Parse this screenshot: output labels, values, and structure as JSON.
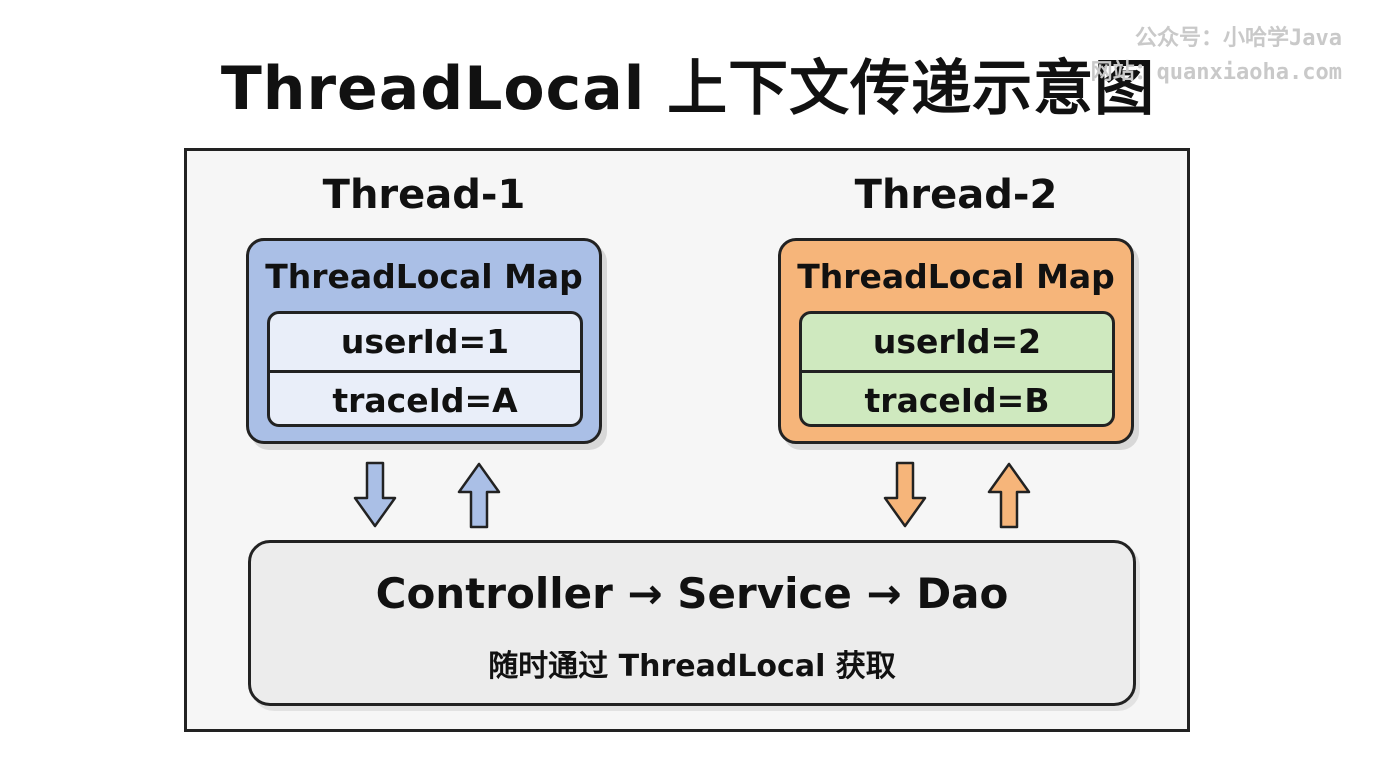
{
  "title": "ThreadLocal 上下文传递示意图",
  "watermark": {
    "line1": "公众号：小哈学Java",
    "line2": "网站：quanxiaoha.com"
  },
  "threads": [
    {
      "label": "Thread-1",
      "map_title": "ThreadLocal Map",
      "entries": [
        "userId=1",
        "traceId=A"
      ],
      "colors": {
        "box": "#aabfe6",
        "entries": "#e9eef9",
        "arrow": "#aabfe6"
      }
    },
    {
      "label": "Thread-2",
      "map_title": "ThreadLocal Map",
      "entries": [
        "userId=2",
        "traceId=B"
      ],
      "colors": {
        "box": "#f6b57a",
        "entries": "#cfe9bf",
        "arrow": "#f6b57a"
      }
    }
  ],
  "flow": {
    "main": "Controller → Service → Dao",
    "sub": "随时通过 ThreadLocal 获取"
  },
  "arrows": [
    "arrow-down",
    "arrow-up"
  ]
}
